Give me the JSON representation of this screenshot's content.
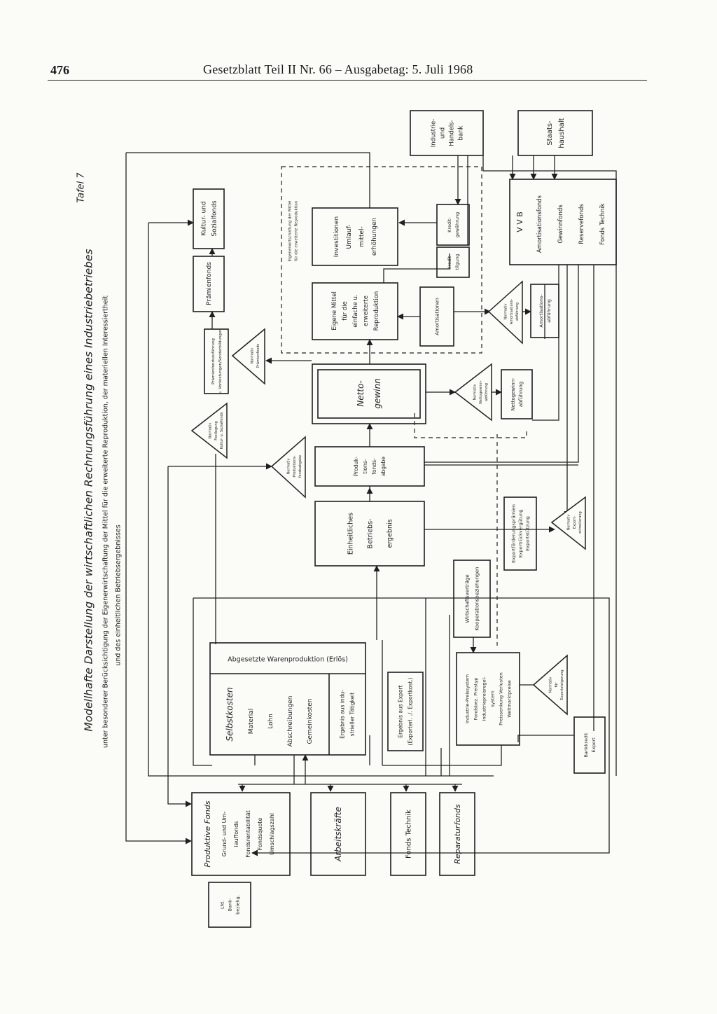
{
  "header": {
    "page_number": "476",
    "title": "Gesetzblatt Teil II Nr. 66 – Ausgabetag: 5. Juli 1968"
  },
  "diagram": {
    "tafel": "Tafel 7",
    "title_line1": "Modellhafte Darstellung der wirtschaftlichen Rechnungsführung eines Industriebetriebes",
    "title_line2": "unter besonderer Berücksichtigung der Eigenerwirtschaftung der Mittel für die erweiterte Reproduktion, der materiellen Interessiertheit",
    "title_line3": "und des einheitlichen Betriebsergebnisses",
    "boxes": {
      "bank": [
        "Industrie-",
        "und",
        "Handels-",
        "bank"
      ],
      "staatshaushalt": [
        "Staats-",
        "haushalt"
      ],
      "kultur": [
        "Kultur- und",
        "Sozialfonds"
      ],
      "praemienfonds": [
        "Prämienfonds"
      ],
      "pfz": [
        "Prämienfondszuführung",
        "u. Vorleistungen/Sonderbildungen"
      ],
      "investitionen": [
        "Investitionen",
        "Umlauf-",
        "mittel-",
        "erhöhungen"
      ],
      "kreditgewaehrung": [
        "Kredit-",
        "gewährung"
      ],
      "kredittilgung": [
        "Kredit-",
        "tilgung"
      ],
      "eigenmittel": [
        "Eigene Mittel",
        "für die",
        "einfache u.",
        "erweiterte",
        "Reproduktion"
      ],
      "amortisationen": [
        "Amortisationen"
      ],
      "eigenerwirtschaftung": [
        "Eigenerwirtschaftung der Mittel",
        "für die erweiterte Reproduktion"
      ],
      "vvb_title": "V V B",
      "vvb_items": [
        "Amortisationsfonds",
        "Gewinnfonds",
        "Reservefonds",
        "Fonds Technik"
      ],
      "amort_abf": [
        "Amortisations-",
        "abführung"
      ],
      "nettogewinn": [
        "Netto-",
        "gewinn"
      ],
      "ngabf": [
        "Nettogewinn-",
        "abführung"
      ],
      "produktionsfondsabgabe": [
        "Produk-",
        "tions-",
        "fonds-",
        "abgabe"
      ],
      "exportstuetzung": [
        "Exportförderungsprämien",
        "Exportrückvergütung",
        "Exportstützung"
      ],
      "ebe": [
        "Einheitliches",
        "Betriebs-",
        "ergebnis"
      ],
      "wirtschaftsvertraege": [
        "Wirtschaftsverträge",
        "Kooperationsbeziehungen"
      ],
      "preissystem": [
        "Industrie-Preissystem",
        "Fondsbez. Preistyp",
        "Industriepreisregel-",
        "system",
        "Preissenkung Verlusten",
        "Weltmarktpreise"
      ],
      "bankkredit_export": [
        "Bankkredit",
        "Export"
      ],
      "awp_title": "Abgesetzte Warenproduktion (Erlös)",
      "selbstkosten": "Selbstkosten",
      "sk_items": [
        "Material",
        "Lohn",
        "Abschreibungen",
        "Gemeinkosten"
      ],
      "ergebnis_neben": [
        "Ergebnis aus indu-",
        "strieller Tätigkeit"
      ],
      "ergebnis_export": [
        "Ergebnis aus Export",
        "(Exporterl. ./. Exportkost.)"
      ],
      "produktive_fonds": "Produktive Fonds",
      "pf_items": [
        "Grund- und Um-",
        "lauffonds",
        "Fondsrentabilität",
        "Fondsquote",
        "Umschlagszahl"
      ],
      "arbeitskraefte": "Arbeitskräfte",
      "fonds_technik": "Fonds Technik",
      "reparaturfonds": "Reparaturfonds",
      "lfbank": [
        "Lfd.",
        "Bank-",
        "beziehg."
      ]
    },
    "triangles": {
      "amort": [
        "Normativ",
        "Amortisations-",
        "abführung"
      ],
      "ngn": [
        "Normativ",
        "Nettogewinn-",
        "abführung"
      ],
      "pfa": [
        "Normativ",
        "Produktions-",
        "fondsabgabe"
      ],
      "praem": [
        "Normativ",
        "Prämienfonds"
      ],
      "kultur": [
        "Normativ",
        "Festlegung",
        "Kultur- u. Sozialfonds"
      ],
      "export": [
        "Normativ",
        "Export-",
        "stimulierung"
      ],
      "export2": [
        "Normativ",
        "für",
        "Exportsteigerung"
      ]
    }
  }
}
